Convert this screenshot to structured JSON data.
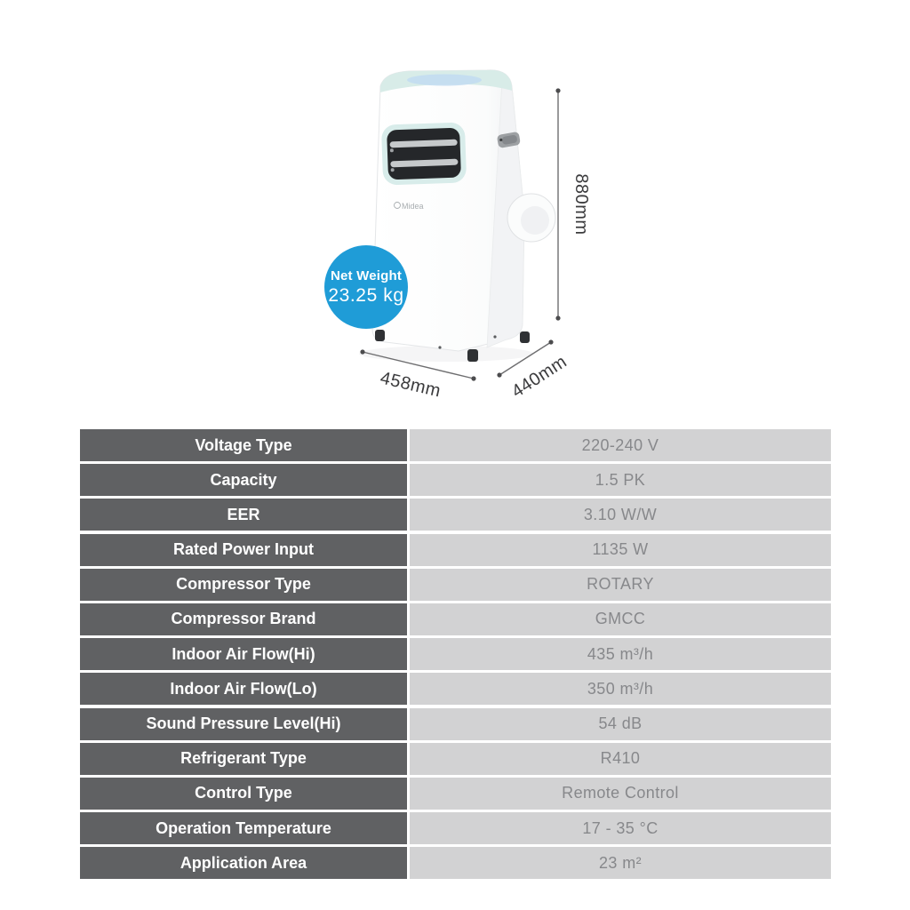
{
  "product": {
    "brand": "Midea",
    "badge": {
      "title": "Net Weight",
      "value": "23.25 kg"
    },
    "dimensions": {
      "height_label": "880mm",
      "width_label": "458mm",
      "depth_label": "440mm"
    }
  },
  "colors": {
    "badge_blue": "#1f9cd7",
    "accent_mint": "#d8ece8",
    "table_label_bg": "#606163",
    "table_value_bg": "#d2d2d3",
    "table_value_text": "#87888b"
  },
  "spec_table": {
    "rows": [
      {
        "label": "Voltage Type",
        "value": "220-240 V"
      },
      {
        "label": "Capacity",
        "value": "1.5 PK"
      },
      {
        "label": "EER",
        "value": "3.10 W/W"
      },
      {
        "label": "Rated Power Input",
        "value": "1135 W"
      },
      {
        "label": "Compressor Type",
        "value": "ROTARY"
      },
      {
        "label": "Compressor Brand",
        "value": "GMCC"
      },
      {
        "label": "Indoor Air Flow(Hi)",
        "value": "435 m³/h"
      },
      {
        "label": "Indoor Air Flow(Lo)",
        "value": "350 m³/h"
      },
      {
        "label": "Sound Pressure Level(Hi)",
        "value": "54 dB"
      },
      {
        "label": "Refrigerant Type",
        "value": "R410"
      },
      {
        "label": "Control Type",
        "value": "Remote Control"
      },
      {
        "label": "Operation Temperature",
        "value": "17 - 35 °C"
      },
      {
        "label": "Application Area",
        "value": "23 m²"
      }
    ]
  }
}
